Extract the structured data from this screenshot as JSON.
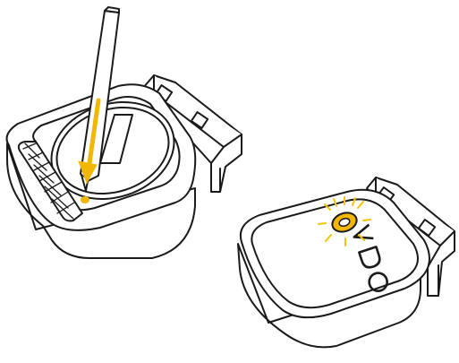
{
  "figure": {
    "style": "line-art instruction diagram",
    "colors": {
      "outline": "#1a1a1a",
      "fill": "#ffffff",
      "accent": "#f2b705",
      "glow": "#f5c400"
    },
    "panels": [
      {
        "name": "reset-step",
        "parts": [
          "sensor-body-open",
          "coin-battery",
          "stylus",
          "press-arrow",
          "reset-button"
        ]
      },
      {
        "name": "indicator-step",
        "parts": [
          "sensor-body-closed",
          "brand-logo",
          "status-led"
        ]
      }
    ],
    "logo_text": "VDO"
  }
}
